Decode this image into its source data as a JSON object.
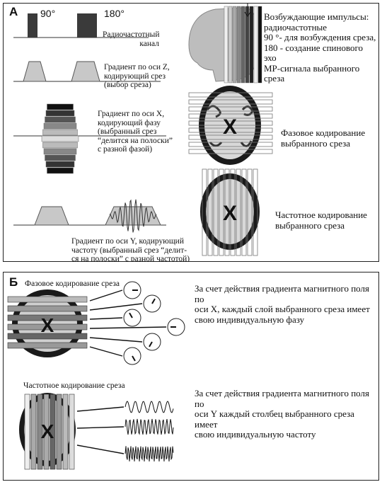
{
  "panelA": {
    "label": "А",
    "pulse90": "90°",
    "pulse180": "180°",
    "rf_channel": [
      "Радиочастотный",
      "канал"
    ],
    "grad_z": [
      "Градиент по оси Z,",
      "кодирующий срез",
      "(выбор среза)"
    ],
    "grad_x": [
      "Градиент по оси X,",
      "кодирующий фазу",
      "(выбранный срез",
      "“делится на полоски”",
      "с разной фазой)"
    ],
    "grad_y": [
      "Градиент по оси Y, кодирующий",
      "частоту (выбранный срез “делит-",
      "ся на полоски” с разной частотой)"
    ],
    "excitation": [
      "Возбуждающие импульсы:",
      "радиочастотные",
      "90 °- для возбуждения среза,",
      "180 - создание спинового эхо",
      "МР-сигнала выбранного",
      "среза"
    ],
    "phase_enc": [
      "Фазовое кодирование",
      "выбранного среза"
    ],
    "freq_enc": [
      "Частотное кодирование",
      "выбранного среза"
    ],
    "slice_letter": "X"
  },
  "panelB": {
    "label": "Б",
    "phase_title": "Фазовое кодирование среза",
    "freq_title": "Частотное кодирование среза",
    "phase_desc": [
      "За счет действия градиента магнитного поля по",
      "оси X, каждый слой выбранного среза имеет",
      "свою индивидуальную фазу"
    ],
    "freq_desc": [
      "За счет действия градиента магнитного поля по",
      "оси Y каждый столбец выбранного среза имеет",
      "свою индивидуальную частоту"
    ],
    "slice_letter": "X"
  }
}
